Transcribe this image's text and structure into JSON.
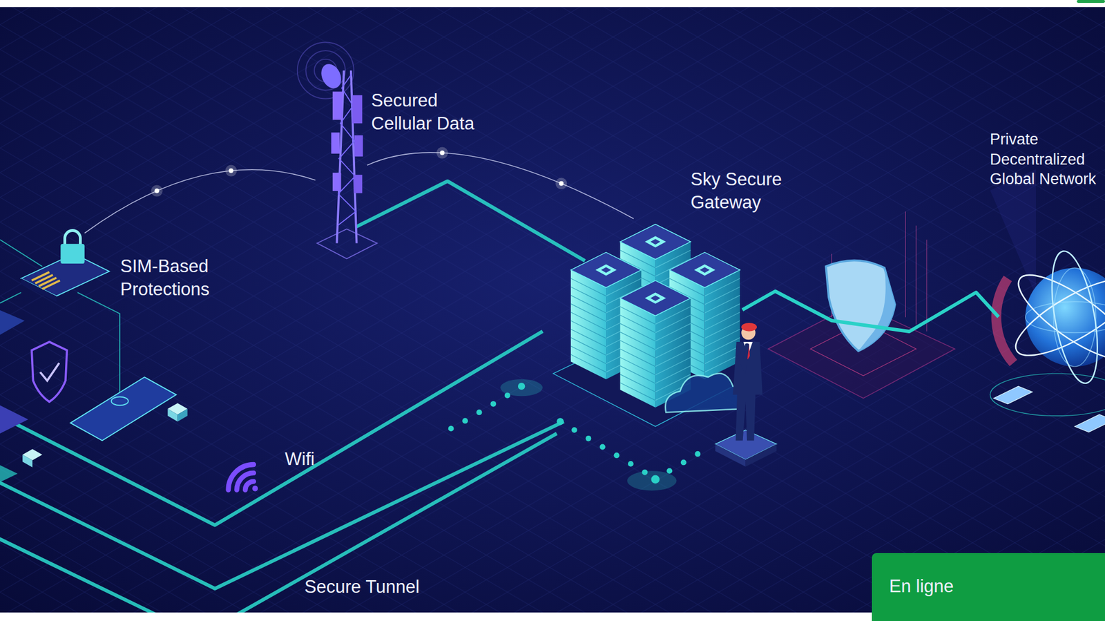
{
  "diagram": {
    "nodes": [
      {
        "text": [
          "Secured Cellular Data"
        ]
      },
      {
        "text": [
          "Private Decentralized Global Network"
        ]
      },
      {
        "text": [
          "Sky Secure Gateway"
        ]
      },
      {
        "text": [
          "SIM-Based Protections"
        ]
      },
      {
        "text": [
          "En ligne"
        ]
      }
    ],
    "edges": [
      {
        "from": 3,
        "to": 0,
        "arrow": "none"
      },
      {
        "from": 0,
        "to": 2,
        "arrow": "none"
      },
      {
        "from": 2,
        "to": 1,
        "arrow": "none"
      }
    ],
    "labels": [
      "Wifi",
      "Secure Tunnel"
    ]
  }
}
